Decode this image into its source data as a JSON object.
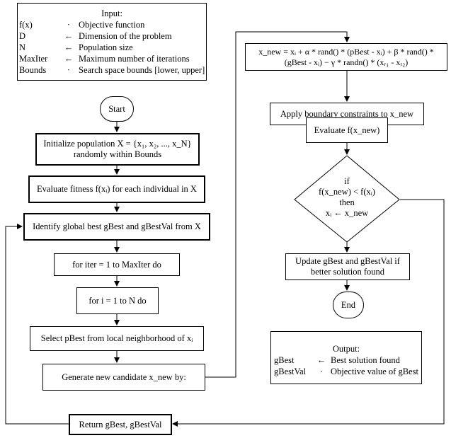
{
  "input_panel": {
    "title": "Input:",
    "rows": [
      {
        "key": "f(x)",
        "arrow": "·",
        "desc": "Objective function"
      },
      {
        "key": "D",
        "arrow": "←",
        "desc": "Dimension of the problem"
      },
      {
        "key": "N",
        "arrow": "←",
        "desc": "Population size"
      },
      {
        "key": "MaxIter",
        "arrow": "←",
        "desc": "Maximum number of iterations"
      },
      {
        "key": "Bounds",
        "arrow": "·",
        "desc": "Search space bounds [lower, upper]"
      }
    ]
  },
  "start": "Start",
  "init": {
    "line1": "Initialize population X = {x₁, x₂, ..., x_N}",
    "line2": "randomly within Bounds"
  },
  "evaluate_fitness": "Evaluate fitness f(xᵢ) for each individual in X",
  "identify_best": "Identify global best gBest and gBestVal from X",
  "for_iter": "for iter = 1 to MaxIter do",
  "for_i": "for i = 1 to N do",
  "select_pbest": "Select pBest from local neighborhood of xᵢ",
  "generate": "Generate new candidate x_new by:",
  "return": "Return gBest, gBestVal",
  "update_formula": {
    "line1": "x_new = xᵢ + α * rand() * (pBest - xᵢ) + β * rand() *",
    "line2": "(gBest - xᵢ) − γ * randn() * (xᵣ₁ - xᵣ₂)"
  },
  "boundary": "Apply boundary constraints to x_new",
  "evaluate_new": "Evaluate f(x_new)",
  "condition": {
    "line1": "if",
    "line2": "f(x_new) < f(xᵢ)",
    "line3": "then",
    "line4": "xᵢ ← x_new"
  },
  "update_best": {
    "line1": "Update gBest and gBestVal if",
    "line2": "better solution found"
  },
  "end": "End",
  "output_panel": {
    "title": "Output:",
    "rows": [
      {
        "key": "gBest",
        "arrow": "←",
        "desc": "Best solution found"
      },
      {
        "key": "gBestVal",
        "arrow": "·",
        "desc": "Objective value of gBest"
      }
    ]
  }
}
